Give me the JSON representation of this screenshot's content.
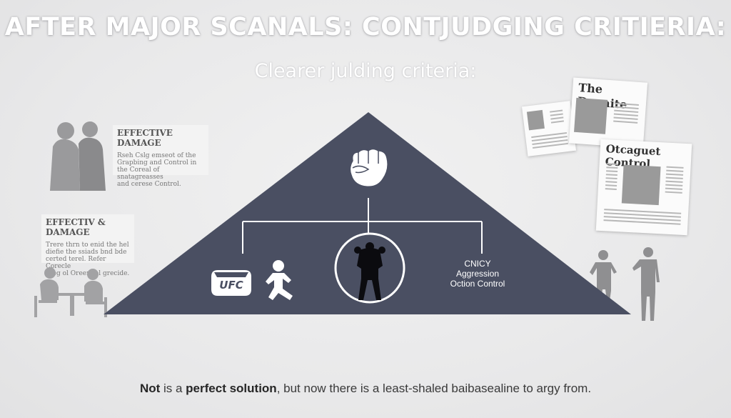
{
  "headline": "AFTER MAJOR SCANALS: CONTJUDGING CRITIERIA:",
  "subhead": "Clearer julding criteria:",
  "card_left_top": {
    "title": "EFFECTIVE DAMAGE",
    "body": "Rseh Cslg emseot of the\nGrapbing and Control in\nthe Coreal of snatagreasses\nand cerese Control."
  },
  "card_left_middle": {
    "title": "EFFECTIV & DAMAGE",
    "body": "Trere thrn to enid the hel\ndiefie the ssiads bnd bde\ncerted terel. Refer Corecle\ncseg ol Oreer sol grecide."
  },
  "newspapers": {
    "paper_b_title": "The Dapaite",
    "paper_c_title": "Otcaguet Control"
  },
  "pyramid": {
    "fill_color": "#4a4f62",
    "logo_text": "UFC",
    "criteria_lines": [
      "CNICY",
      "Aggression",
      "Oction Control"
    ]
  },
  "footer": {
    "bold_1": "Not",
    "text_1": " is a ",
    "bold_2": "perfect solution",
    "text_2": ", but now there is a least-shaled baibasealine to argy from."
  }
}
